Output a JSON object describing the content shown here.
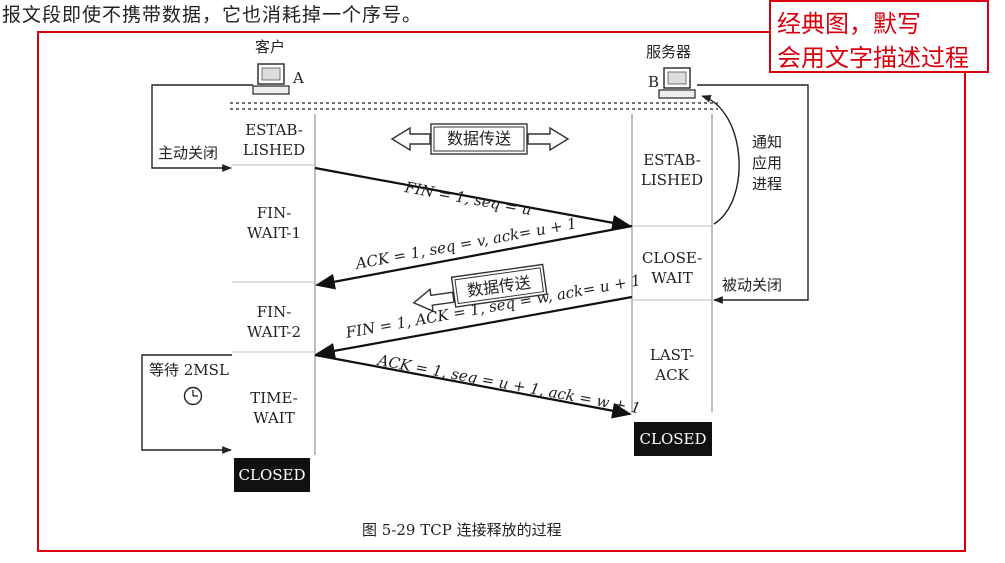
{
  "top_text": "报文段即使不携带数据，它也消耗掉一个序号。",
  "annotation": {
    "line1": "经典图，默写",
    "line2": "会用文字描述过程"
  },
  "client": {
    "title": "客户",
    "host": "A"
  },
  "server": {
    "title": "服务器",
    "host": "B"
  },
  "client_states": {
    "estab": [
      "ESTAB-",
      "LISHED"
    ],
    "fin_wait_1": [
      "FIN-",
      "WAIT-1"
    ],
    "fin_wait_2": [
      "FIN-",
      "WAIT-2"
    ],
    "time_wait": [
      "TIME-",
      "WAIT"
    ],
    "closed": "CLOSED"
  },
  "server_states": {
    "estab": [
      "ESTAB-",
      "LISHED"
    ],
    "close_wait": [
      "CLOSE-",
      "WAIT"
    ],
    "last_ack": [
      "LAST-",
      "ACK"
    ],
    "closed": "CLOSED"
  },
  "side_labels": {
    "active_close": "主动关闭",
    "passive_close": "被动关闭",
    "notify_app": [
      "通知",
      "应用",
      "进程"
    ],
    "wait_2msl": "等待 2MSL"
  },
  "data_transfer_1": "数据传送",
  "data_transfer_2": "数据传送",
  "messages": {
    "m1": "FIN = 1, seq = u",
    "m2": "ACK = 1, seq = v, ack= u + 1",
    "m3": "FIN = 1, ACK = 1, seq = w, ack= u + 1",
    "m4": "ACK = 1, seq = u + 1, ack = w + 1"
  },
  "caption": "图 5-29   TCP 连接释放的过程",
  "colors": {
    "annotation": "#d9000d",
    "closed_bg": "#111111"
  },
  "icons": [
    "computer-icon",
    "clock-icon"
  ]
}
